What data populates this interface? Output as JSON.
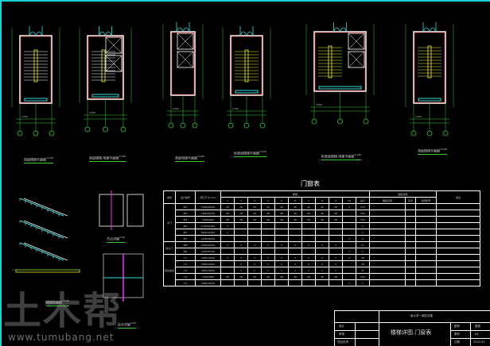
{
  "drawing_labels": [
    {
      "text": "首层楼梯平面图",
      "scale": "1:100"
    },
    {
      "text": "首层楼梯.电梯平面图",
      "scale": "1:100"
    },
    {
      "text": "首层电梯平面图",
      "scale": "1:100"
    },
    {
      "text": "标准层楼梯平面图",
      "scale": "1:100"
    },
    {
      "text": "标准层楼梯.电梯平面图",
      "scale": "1:100"
    },
    {
      "text": "顶层楼梯平面图",
      "scale": "1:100"
    },
    {
      "text": "楼梯剖面图",
      "scale": "1:100"
    },
    {
      "text": "节点详图",
      "scale": "1:20"
    },
    {
      "text": "扶手详图",
      "scale": "1:20"
    }
  ],
  "dims": [
    "1750",
    "3950",
    "1750",
    "2400",
    "2400"
  ],
  "door_window_table": {
    "title": "门窗表",
    "headers": {
      "type": "类别",
      "code": "设计编号",
      "size": "洞口尺寸(mm)",
      "qty": "数量",
      "floors": [
        "1",
        "2",
        "3",
        "4",
        "5",
        "6",
        "7",
        "8",
        "9",
        "10",
        "总计"
      ],
      "ref": "图集选用",
      "ref_sub": [
        "图集名称",
        "页次",
        "选用型号"
      ],
      "note": "备注"
    },
    "groups": [
      {
        "name": "木门",
        "rows": [
          {
            "code": "M1",
            "size": "1000X2000",
            "q": [
              "30",
              "30",
              "30",
              "30",
              "30",
              "30",
              "30",
              "30",
              "30",
              "3",
              "273"
            ]
          },
          {
            "code": "M2",
            "size": "1800X2000",
            "q": [
              "28",
              "28",
              "28",
              "28",
              "28",
              "28",
              "28",
              "28",
              "28",
              "",
              "252"
            ]
          },
          {
            "code": "M3",
            "size": "700X2000",
            "q": [
              "28",
              "28",
              "28",
              "28",
              "28",
              "28",
              "28",
              "28",
              "28",
              "",
              "252"
            ]
          },
          {
            "code": "M4",
            "size": "1700X2400",
            "q": [
              "2",
              "",
              "",
              "",
              "",
              "",
              "",
              "",
              "",
              "",
              "2"
            ]
          },
          {
            "code": "M5",
            "size": "6600X2400",
            "q": [
              "1",
              "",
              "",
              "",
              "",
              "",
              "",
              "",
              "",
              "",
              "1"
            ]
          },
          {
            "code": "M7",
            "size": "1200X2000",
            "q": [
              "",
              "",
              "",
              "",
              "",
              "",
              "",
              "",
              "",
              "2",
              "2"
            ]
          }
        ]
      },
      {
        "name": "防火门",
        "rows": [
          {
            "code": "M8",
            "size": "2400X2000",
            "q": [
              "3",
              "3",
              "3",
              "3",
              "3",
              "3",
              "3",
              "3",
              "3",
              "",
              "27"
            ]
          },
          {
            "code": "M9",
            "size": "1200X2100",
            "q": [
              "",
              "",
              "",
              "",
              "",
              "",
              "",
              "",
              "",
              "1",
              "1"
            ]
          }
        ]
      },
      {
        "name": "铝合金窗",
        "rows": [
          {
            "code": "C1",
            "size": "2000X1800",
            "q": [
              "3",
              "3",
              "3",
              "3",
              "3",
              "3",
              "3",
              "3",
              "3",
              "3",
              "30"
            ]
          },
          {
            "code": "C2",
            "size": "1800X1800",
            "q": [
              "",
              "2",
              "2",
              "2",
              "2",
              "2",
              "2",
              "2",
              "2",
              "",
              "16"
            ]
          },
          {
            "code": "C3",
            "size": "3000X1800",
            "q": [
              "",
              "1",
              "1",
              "1",
              "1",
              "1",
              "1",
              "1",
              "1",
              "",
              "8"
            ]
          },
          {
            "code": "C4",
            "size": "700X1800",
            "q": [
              "28",
              "28",
              "28",
              "28",
              "28",
              "28",
              "28",
              "28",
              "28",
              "",
              "252"
            ]
          },
          {
            "code": "C5",
            "size": "1800X1800",
            "q": [
              "",
              "",
              "",
              "",
              "",
              "",
              "",
              "",
              "",
              "1",
              "1"
            ]
          }
        ]
      }
    ]
  },
  "title_block": {
    "project": "某大学一期住宅楼",
    "drawing": "楼梯详图.门窗表",
    "designer": "设计",
    "checker": "审核",
    "approver": "项目负责",
    "k1": "图别",
    "v1": "建施",
    "k2": "图号",
    "v2": "04",
    "k3": "日期",
    "v3": "2020.03"
  },
  "watermark": {
    "logo": "土木帮",
    "url": "www.tumubang.net"
  }
}
